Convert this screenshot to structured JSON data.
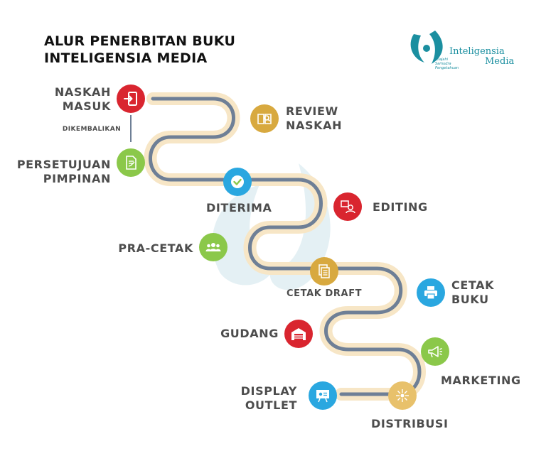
{
  "title": {
    "line1": "ALUR PENERBITAN BUKU",
    "line2": "INTELIGENSIA MEDIA"
  },
  "logo": {
    "name": "Inteligensia",
    "name2": "Media",
    "tagline": "Jelajahi Samudra Pengetahuan"
  },
  "steps": {
    "naskah_masuk": {
      "line1": "NASKAH",
      "line2": "MASUK",
      "icon": "login-icon",
      "color": "#d9252f"
    },
    "dikembalikan": {
      "label": "DIKEMBALIKAN"
    },
    "review_naskah": {
      "line1": "REVIEW",
      "line2": "NASKAH",
      "icon": "book-search-icon",
      "color": "#d8a93f"
    },
    "persetujuan": {
      "line1": "PERSETUJUAN",
      "line2": "PIMPINAN",
      "icon": "document-sign-icon",
      "color": "#8bc84a"
    },
    "diterima": {
      "label": "DITERIMA",
      "icon": "check-icon",
      "color": "#2aa7e0"
    },
    "editing": {
      "label": "EDITING",
      "icon": "editor-icon",
      "color": "#d9252f"
    },
    "pra_cetak": {
      "label": "PRA-CETAK",
      "icon": "group-icon",
      "color": "#8bc84a"
    },
    "cetak_draft": {
      "label": "CETAK DRAFT",
      "icon": "pages-icon",
      "color": "#d8a93f"
    },
    "cetak_buku": {
      "line1": "CETAK",
      "line2": "BUKU",
      "icon": "printer-icon",
      "color": "#2aa7e0"
    },
    "gudang": {
      "label": "GUDANG",
      "icon": "warehouse-icon",
      "color": "#d9252f"
    },
    "marketing": {
      "label": "MARKETING",
      "icon": "megaphone-icon",
      "color": "#8bc84a"
    },
    "distribusi": {
      "label": "DISTRIBUSI",
      "icon": "distribution-icon",
      "color": "#e8c16b"
    },
    "display_outlet": {
      "line1": "DISPLAY",
      "line2": "OUTLET",
      "icon": "display-board-icon",
      "color": "#2aa7e0"
    }
  },
  "colors": {
    "path": "#6e7f96",
    "path_outline": "#f3dcb3",
    "watermark": "#cfe5ec"
  }
}
